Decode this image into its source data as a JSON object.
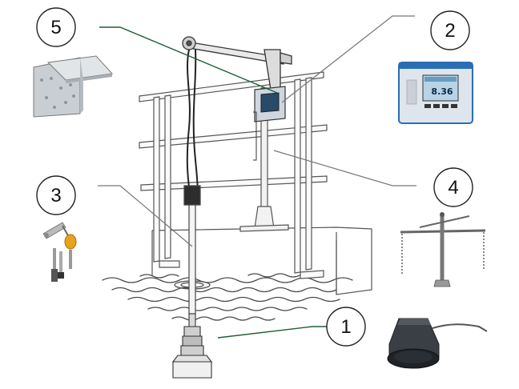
{
  "callouts": [
    {
      "id": "1",
      "label": "1"
    },
    {
      "id": "2",
      "label": "2"
    },
    {
      "id": "3",
      "label": "3"
    },
    {
      "id": "4",
      "label": "4"
    },
    {
      "id": "5",
      "label": "5"
    }
  ],
  "transmitter": {
    "display_value": "8.36"
  },
  "colors": {
    "line": "#555555",
    "leader": "#666666",
    "accent_green": "#1e5e3a",
    "device_blue": "#2a6db4",
    "water": "#444444",
    "float_yellow": "#e8a21c"
  }
}
